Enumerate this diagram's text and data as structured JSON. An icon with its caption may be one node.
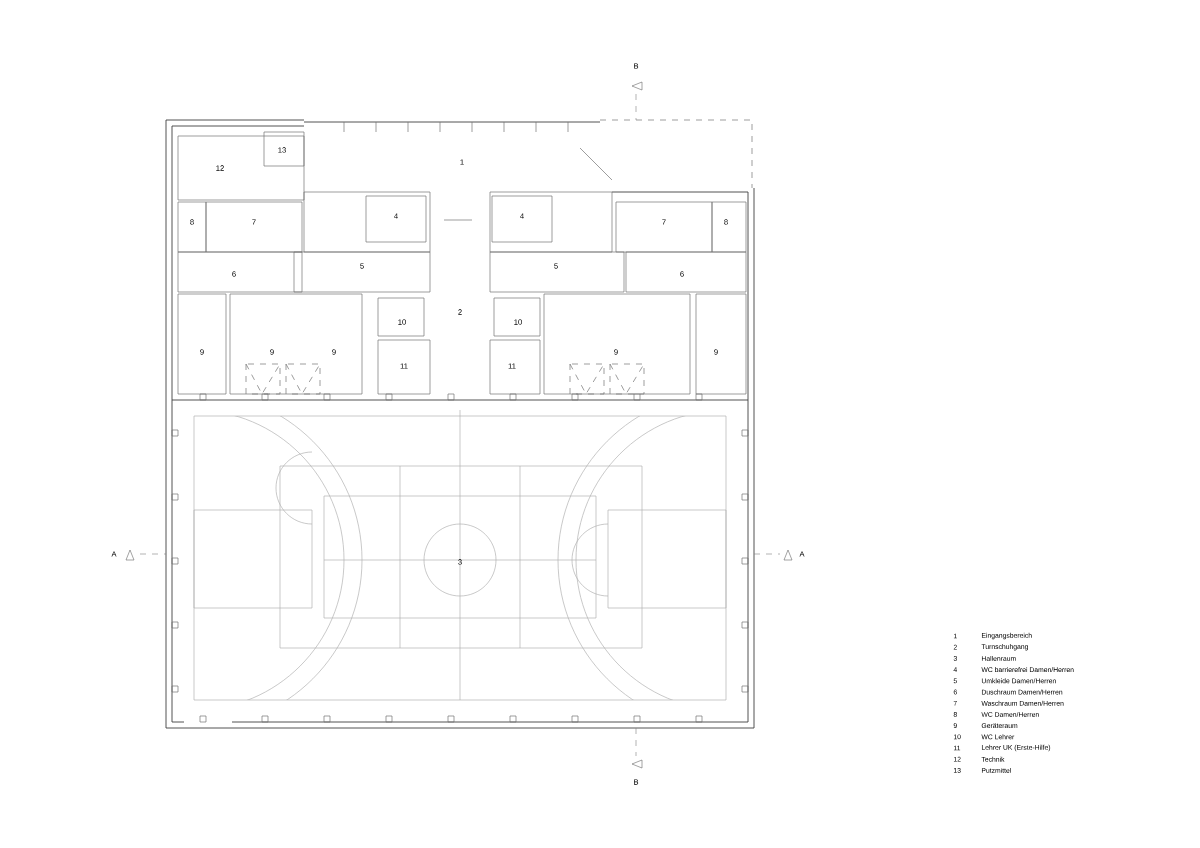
{
  "diagram": {
    "labels": [
      "B",
      "13",
      "1",
      "12",
      "4",
      "4",
      "8",
      "7",
      "7",
      "8",
      "5",
      "5",
      "6",
      "6",
      "2",
      "10",
      "10",
      "9",
      "9",
      "9",
      "9",
      "9",
      "11",
      "11",
      "A",
      "3",
      "A",
      "B",
      "1",
      "Eingangsbereich",
      "2",
      "Turnschuhgang",
      "3",
      "Hallenraum",
      "4",
      "WC barrierefrei Damen/Herren",
      "5",
      "Umkleide Damen/Herren",
      "6",
      "Duschraum Damen/Herren",
      "7",
      "Waschraum Damen/Herren",
      "8",
      "WC Damen/Herren",
      "9",
      "Geräteraum",
      "10",
      "WC Lehrer",
      "11",
      "Lehrer UK (Erste-Hilfe)",
      "12",
      "Technik",
      "13",
      "Putzmittel"
    ]
  }
}
